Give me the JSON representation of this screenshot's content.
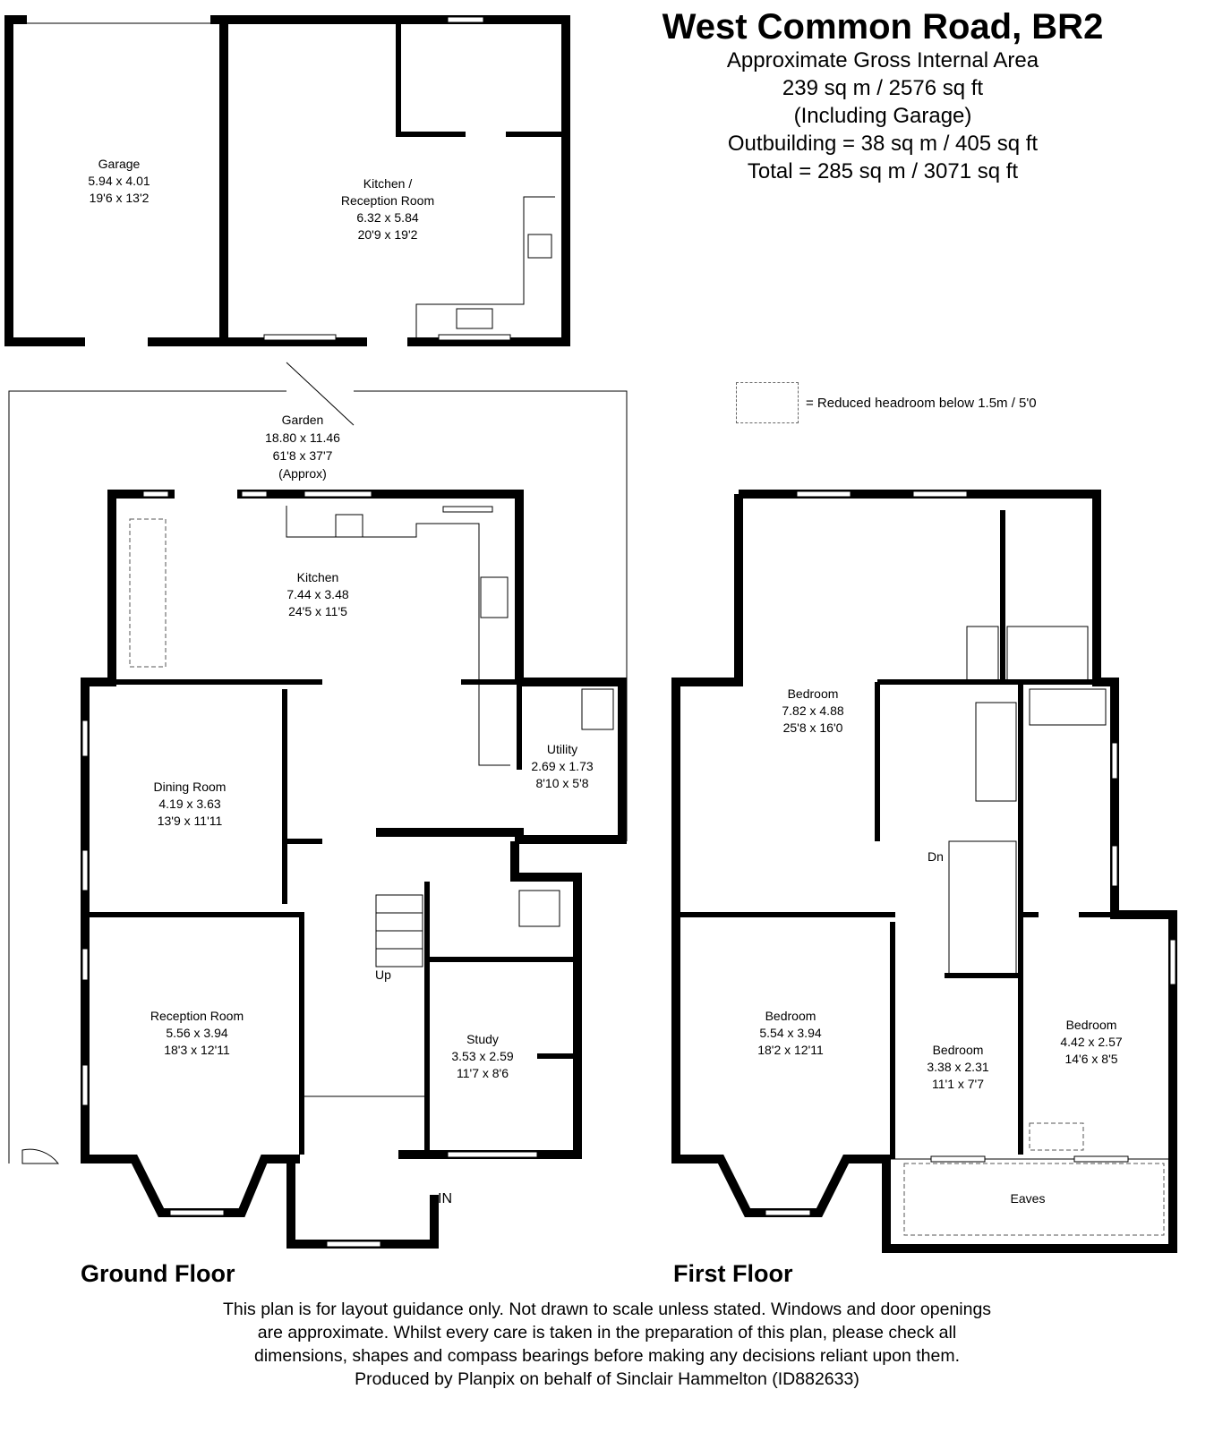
{
  "header": {
    "title": "West Common Road, BR2",
    "area_lines": [
      "Approximate Gross Internal Area",
      "239 sq m / 2576 sq ft",
      "(Including Garage)",
      "Outbuilding = 38 sq m / 405 sq ft",
      "Total = 285 sq m / 3071 sq ft"
    ]
  },
  "legend": {
    "label": "= Reduced headroom below 1.5m / 5'0"
  },
  "rooms": {
    "garage": [
      "Garage",
      "5.94 x 4.01",
      "19'6 x 13'2"
    ],
    "kitchen_reception": [
      "Kitchen /",
      "Reception Room",
      "6.32 x 5.84",
      "20'9 x 19'2"
    ],
    "garden": [
      "Garden",
      "18.80 x 11.46",
      "61'8 x 37'7",
      "(Approx)"
    ],
    "kitchen": [
      "Kitchen",
      "7.44 x 3.48",
      "24'5 x 11'5"
    ],
    "utility": [
      "Utility",
      "2.69 x 1.73",
      "8'10 x 5'8"
    ],
    "dining": [
      "Dining Room",
      "4.19 x 3.63",
      "13'9 x 11'11"
    ],
    "reception": [
      "Reception Room",
      "5.56 x 3.94",
      "18'3 x 12'11"
    ],
    "study": [
      "Study",
      "3.53 x 2.59",
      "11'7 x 8'6"
    ],
    "bedroom1": [
      "Bedroom",
      "7.82 x 4.88",
      "25'8 x 16'0"
    ],
    "bedroom2": [
      "Bedroom",
      "5.54 x 3.94",
      "18'2 x 12'11"
    ],
    "bedroom3": [
      "Bedroom",
      "3.38 x 2.31",
      "11'1 x 7'7"
    ],
    "bedroom4": [
      "Bedroom",
      "4.42 x 2.57",
      "14'6 x 8'5"
    ],
    "eaves": [
      "Eaves"
    ]
  },
  "markers": {
    "up": "Up",
    "down": "Dn",
    "entrance": "IN"
  },
  "floors": {
    "ground": "Ground Floor",
    "first": "First Floor"
  },
  "disclaimer": [
    "This plan is for layout guidance only. Not drawn to scale unless stated. Windows and door openings",
    "are approximate. Whilst every care is taken in the preparation of this plan, please check all",
    "dimensions, shapes and compass bearings before making any decisions reliant upon them.",
    "Produced by Planpix on behalf of Sinclair Hammelton (ID882633)"
  ]
}
